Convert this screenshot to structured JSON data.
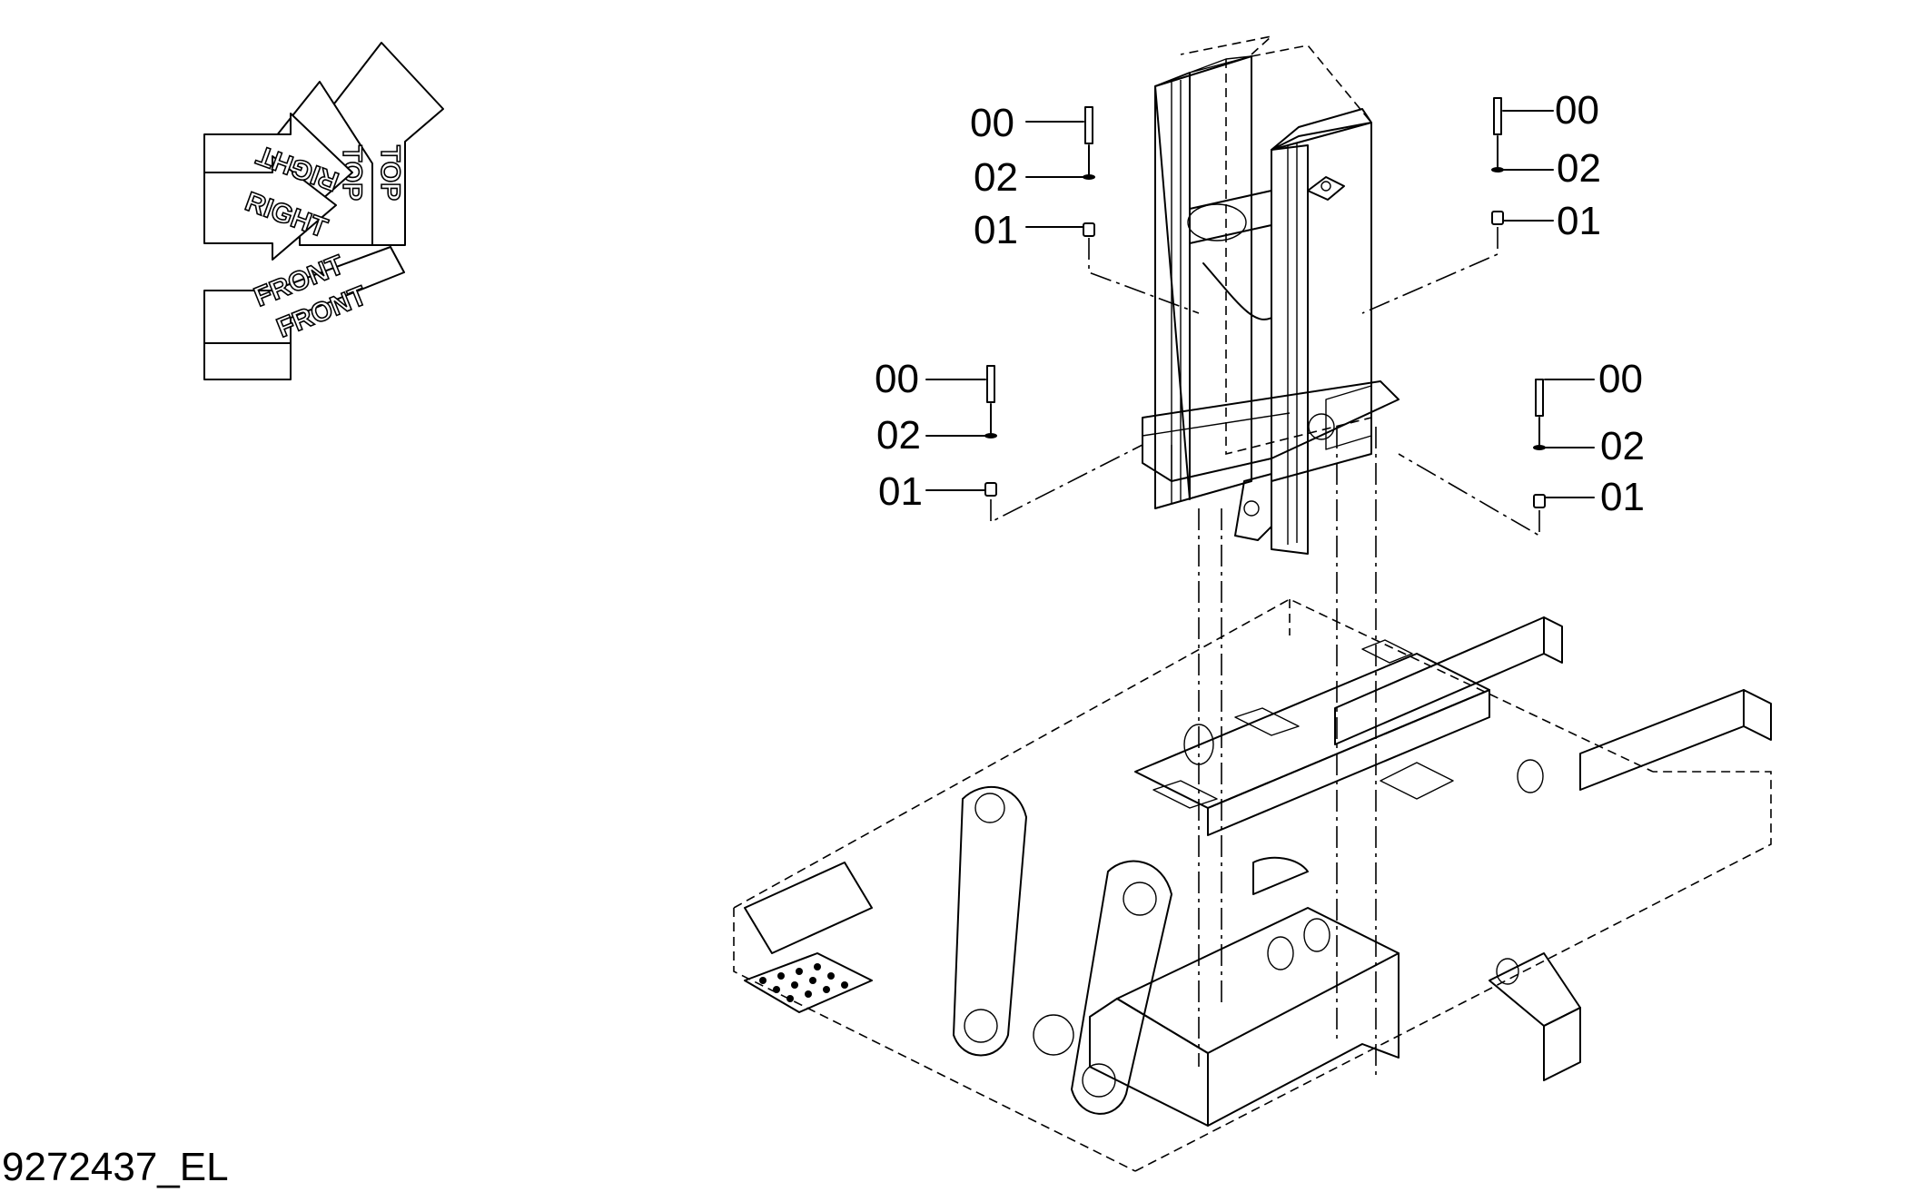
{
  "orientation": {
    "top_label": "TOP",
    "right_label": "RIGHT",
    "front_label": "FRONT"
  },
  "callouts": {
    "upper_left": {
      "bolt": "00",
      "washer": "02",
      "spacer": "01"
    },
    "upper_right": {
      "bolt": "00",
      "washer": "02",
      "spacer": "01"
    },
    "lower_left": {
      "bolt": "00",
      "washer": "02",
      "spacer": "01"
    },
    "lower_right": {
      "bolt": "00",
      "washer": "02",
      "spacer": "01"
    }
  },
  "drawing_number": "9272437_EL"
}
